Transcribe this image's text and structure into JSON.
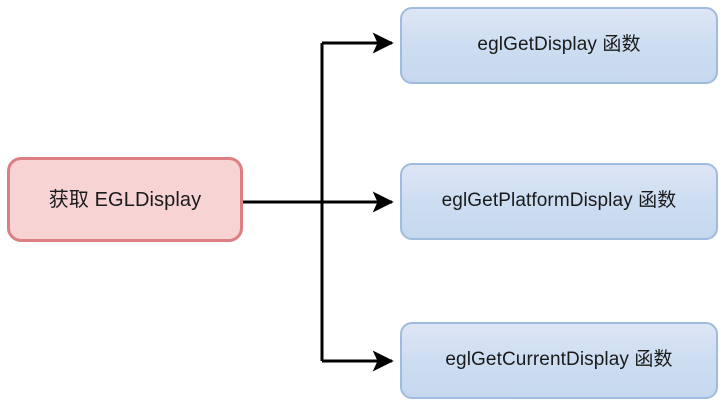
{
  "diagram": {
    "type": "flowchart",
    "orientation": "left-to-right",
    "background_color": "#ffffff",
    "source_node": {
      "label": "获取 EGLDisplay",
      "fill_color": "#f7d3d4",
      "border_color": "#dd7f82",
      "text_color": "#1a1a1a"
    },
    "target_nodes": [
      {
        "label": "eglGetDisplay 函数",
        "fill_color": "#cdddf1",
        "border_color": "#9fbbdd",
        "text_color": "#1a1a1a"
      },
      {
        "label": "eglGetPlatformDisplay 函数",
        "fill_color": "#cdddf1",
        "border_color": "#9fbbdd",
        "text_color": "#1a1a1a"
      },
      {
        "label": "eglGetCurrentDisplay 函数",
        "fill_color": "#cdddf1",
        "border_color": "#9fbbdd",
        "text_color": "#1a1a1a"
      }
    ],
    "edges": {
      "color": "#000000",
      "stroke_width": 3,
      "arrowhead": "filled-triangle",
      "style": "orthogonal"
    }
  }
}
